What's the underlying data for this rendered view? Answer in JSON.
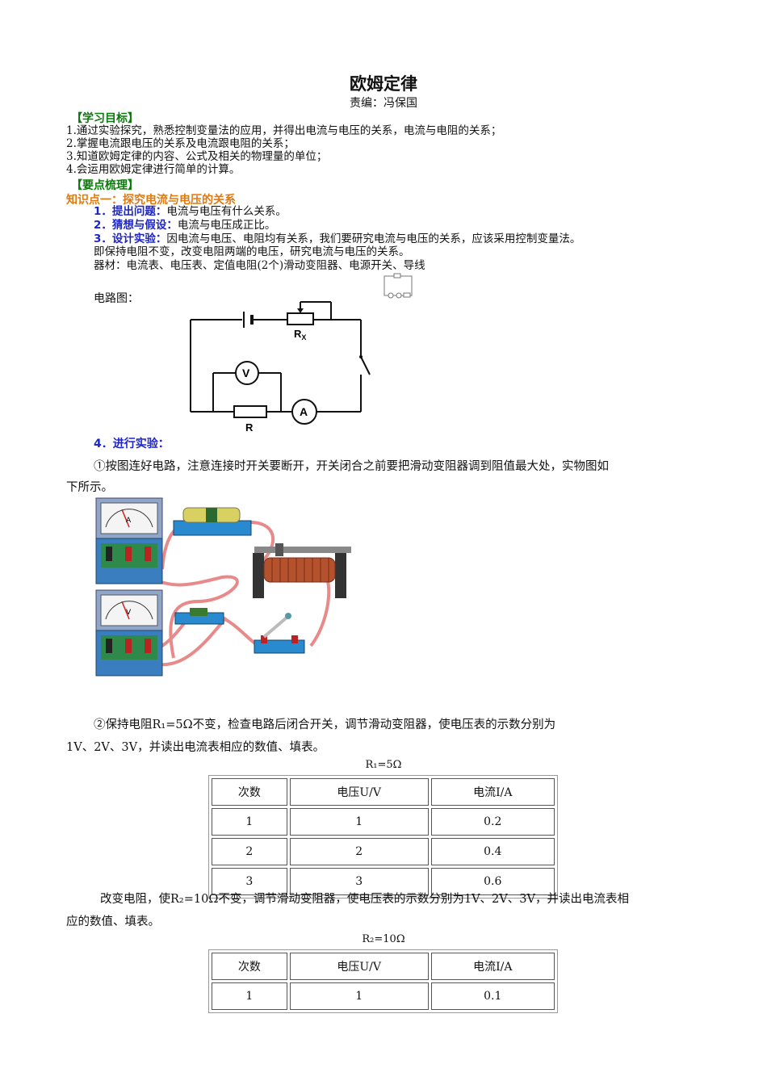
{
  "doc": {
    "title": "欧姆定律",
    "author": "责编：冯保国"
  },
  "goals": {
    "heading": "【学习目标】",
    "items": [
      "1.通过实验探究，熟悉控制变量法的应用，并得出电流与电压的关系，电流与电阻的关系；",
      "2.掌握电流跟电压的关系及电流跟电阻的关系；",
      "3.知道欧姆定律的内容、公式及相关的物理量的单位；",
      "4.会运用欧姆定律进行简单的计算。"
    ]
  },
  "summary": {
    "heading": "【要点梳理】",
    "kp1": "知识点一：探究电流与电压的关系",
    "s1_label": "1．提出问题：",
    "s1_text": "电流与电压有什么关系。",
    "s2_label": "2．猜想与假设：",
    "s2_text": "电流与电压成正比。",
    "s3_label": "3．设计实验：",
    "s3_text": "因电流与电压、电阻均有关系，我们要研究电流与电压的关系，应该采用控制变量法。",
    "s3_text2": "即保持电阻不变，改变电阻两端的电压，研究电流与电压的关系。",
    "equipment": "器材：电流表、电压表、定值电阻(2个)滑动变阻器、电源开关、导线",
    "circuit_label": "电路图：",
    "circuit": {
      "rx": "R",
      "rx_sub": "X",
      "r": "R",
      "v": "V",
      "a": "A"
    },
    "s4_label": "4．进行实验：",
    "step1_a": "①按图连好电路，注意连接时开关要断开，开关闭合之前要把滑动变阻器调到阻值最大处，实物图如",
    "step1_b": "下所示。",
    "step2_a": "②保持电阻R₁=5Ω不变，检查电路后闭合开关，调节滑动变阻器，使电压表的示数分别为",
    "step2_b": "1V、2V、3V，并读出电流表相应的数值、填表。",
    "table1_caption": "R₁=5Ω",
    "table1": {
      "headers": [
        "次数",
        "电压U/V",
        "电流I/A"
      ],
      "rows": [
        [
          "1",
          "1",
          "0.2"
        ],
        [
          "2",
          "2",
          "0.4"
        ],
        [
          "3",
          "3",
          "0.6"
        ]
      ]
    },
    "step3_a": "改变电阻，使R₂=10Ω不变，调节滑动变阻器，使电压表的示数分别为1V、2V、3V，并读出电流表相",
    "step3_b": "应的数值、填表。",
    "table2_caption": "R₂=10Ω",
    "table2": {
      "headers": [
        "次数",
        "电压U/V",
        "电流I/A"
      ],
      "rows": [
        [
          "1",
          "1",
          "0.1"
        ]
      ]
    },
    "meter1_label": "A",
    "meter2_label": "V"
  }
}
